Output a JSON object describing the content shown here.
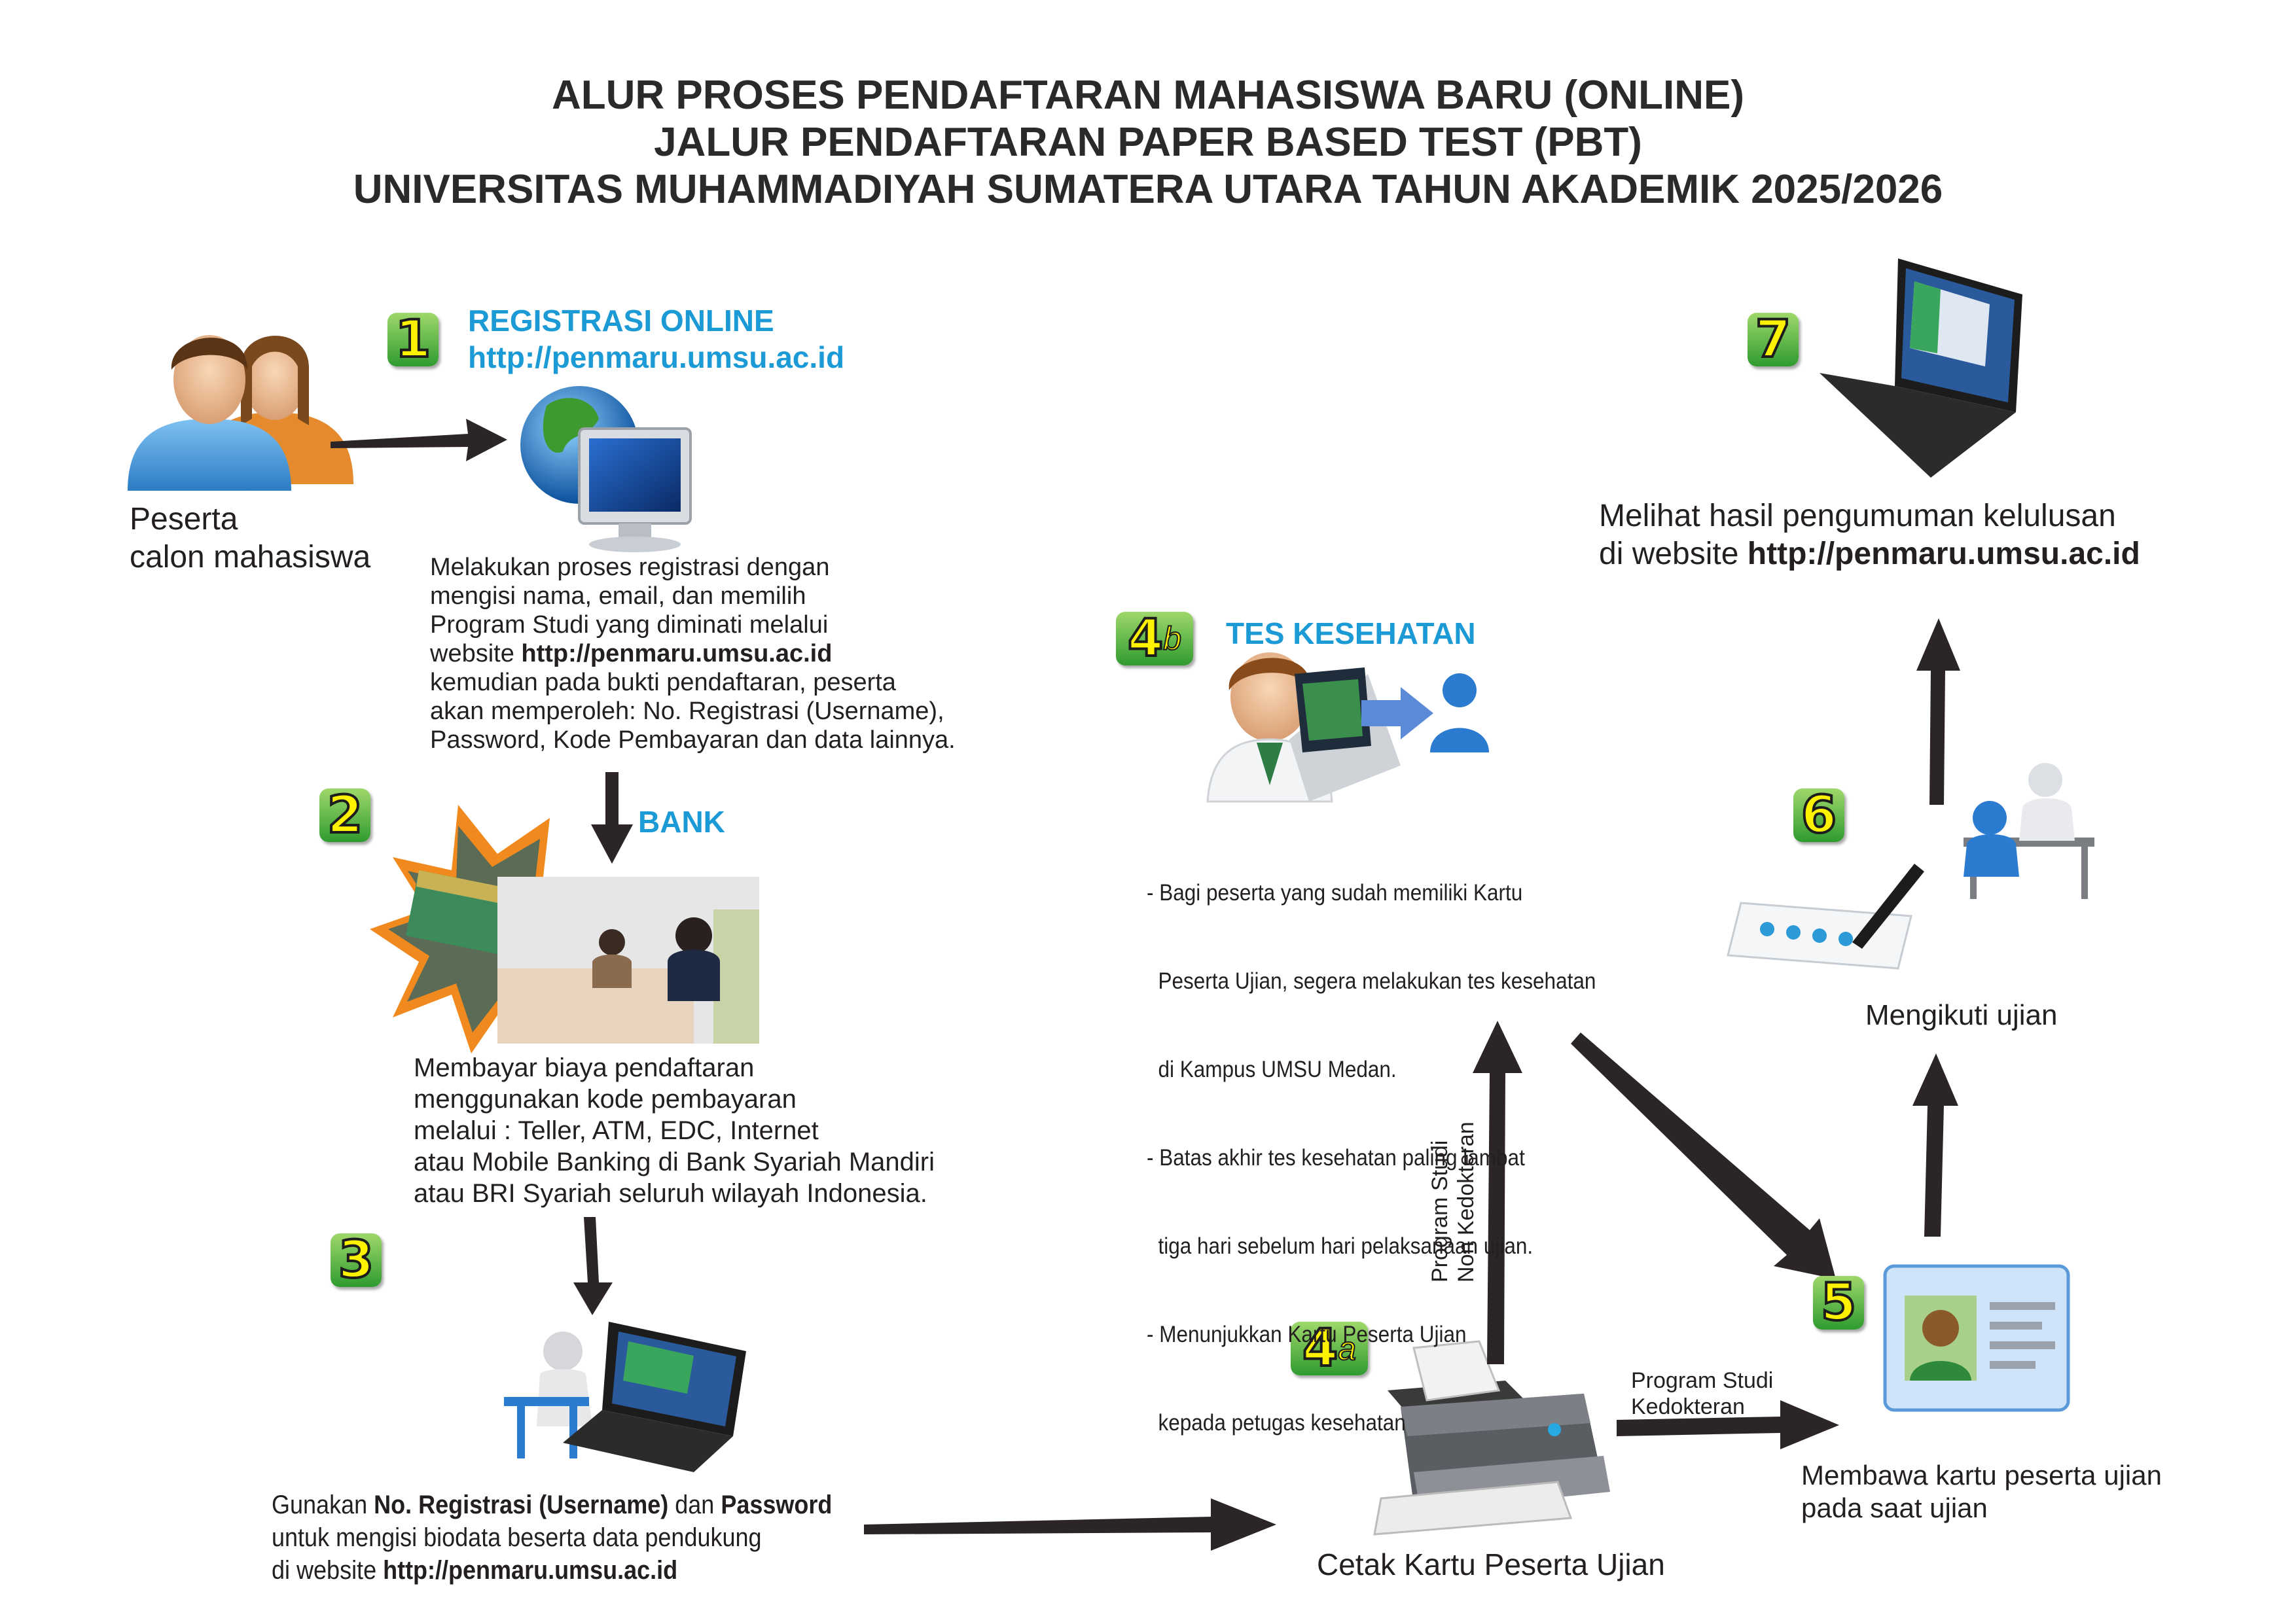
{
  "title": {
    "line1": "ALUR PROSES PENDAFTARAN MAHASISWA BARU (ONLINE)",
    "line2": "JALUR PENDAFTARAN PAPER BASED TEST (PBT)",
    "line3": "UNIVERSITAS MUHAMMADIYAH SUMATERA UTARA TAHUN AKADEMIK 2025/2026"
  },
  "participant": {
    "line1": "Peserta",
    "line2": "calon mahasiswa"
  },
  "step1": {
    "badge": "1",
    "heading": "REGISTRASI ONLINE",
    "url": "http://penmaru.umsu.ac.id",
    "desc_l1": "Melakukan proses registrasi dengan",
    "desc_l2": "mengisi nama, email, dan memilih",
    "desc_l3": "Program Studi yang diminati melalui",
    "desc_l4_pre": "website ",
    "desc_l4_url": "http://penmaru.umsu.ac.id",
    "desc_l5": "kemudian pada bukti pendaftaran, peserta",
    "desc_l6": "akan memperoleh: No. Registrasi (Username),",
    "desc_l7": "Password, Kode Pembayaran dan data lainnya."
  },
  "step2": {
    "badge": "2",
    "heading": "BANK",
    "desc_l1": "Membayar biaya pendaftaran",
    "desc_l2": "menggunakan kode pembayaran",
    "desc_l3": "melalui :  Teller, ATM, EDC, Internet",
    "desc_l4": "atau Mobile Banking di Bank Syariah Mandiri",
    "desc_l5": "atau BRI Syariah seluruh wilayah Indonesia."
  },
  "step3": {
    "badge": "3",
    "l1_a": "Gunakan ",
    "l1_b": "No. Registrasi (Username)",
    "l1_c": " dan ",
    "l1_d": "Password",
    "l2": "untuk mengisi biodata beserta data pendukung",
    "l3_pre": "di website ",
    "l3_url": "http://penmaru.umsu.ac.id"
  },
  "step4a": {
    "badge": "4",
    "sup": "a",
    "label": "Cetak Kartu Peserta Ujian"
  },
  "step4b": {
    "badge": "4",
    "sup": "b",
    "heading": "TES KESEHATAN",
    "l1": "- Bagi peserta yang sudah memiliki Kartu",
    "l2": "  Peserta Ujian, segera melakukan tes kesehatan",
    "l3": "  di Kampus UMSU Medan.",
    "l4": "- Batas akhir tes kesehatan paling lambat",
    "l5": "  tiga hari sebelum hari pelaksanaan ujian.",
    "l6": "- Menunjukkan Kartu Peserta Ujian",
    "l7": "  kepada petugas kesehatan"
  },
  "branch_non_kedokteran": {
    "l1": "Program Studi",
    "l2": "Non Kedokteran"
  },
  "branch_kedokteran": {
    "l1": "Program Studi",
    "l2": "Kedokteran"
  },
  "step5": {
    "badge": "5",
    "l1": "Membawa kartu peserta ujian",
    "l2": "pada saat ujian"
  },
  "step6": {
    "badge": "6",
    "label": "Mengikuti ujian"
  },
  "step7": {
    "badge": "7",
    "l1": "Melihat hasil pengumuman kelulusan",
    "l2_pre": "di website ",
    "l2_url": "http://penmaru.umsu.ac.id"
  },
  "colors": {
    "accent_blue": "#1b9ad6",
    "badge_green": "#2f9b2f",
    "badge_yellow": "#fff200",
    "arrow": "#2b2527"
  }
}
